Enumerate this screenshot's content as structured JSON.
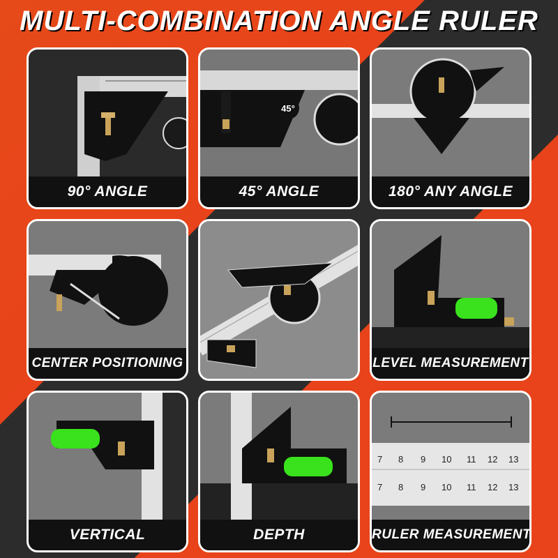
{
  "title": "MULTI-COMBINATION ANGLE RULER",
  "colors": {
    "accent": "#e8431a",
    "dark": "#2c2c2c",
    "level_bubble": "#39e21c"
  },
  "tiles": [
    {
      "caption": "90° ANGLE"
    },
    {
      "caption": "45° ANGLE",
      "badge": "45°"
    },
    {
      "caption": "180° ANY ANGLE"
    },
    {
      "caption": "CENTER POSITIONING"
    },
    {
      "caption": ""
    },
    {
      "caption": "LEVEL MEASUREMENT"
    },
    {
      "caption": "VERTICAL"
    },
    {
      "caption": "DEPTH"
    },
    {
      "caption": "RULER MEASUREMENT",
      "scale_top": [
        "7",
        "8",
        "9",
        "10",
        "11",
        "12",
        "13"
      ],
      "scale_bottom": [
        "7",
        "8",
        "9",
        "10",
        "11",
        "12",
        "13"
      ]
    }
  ]
}
